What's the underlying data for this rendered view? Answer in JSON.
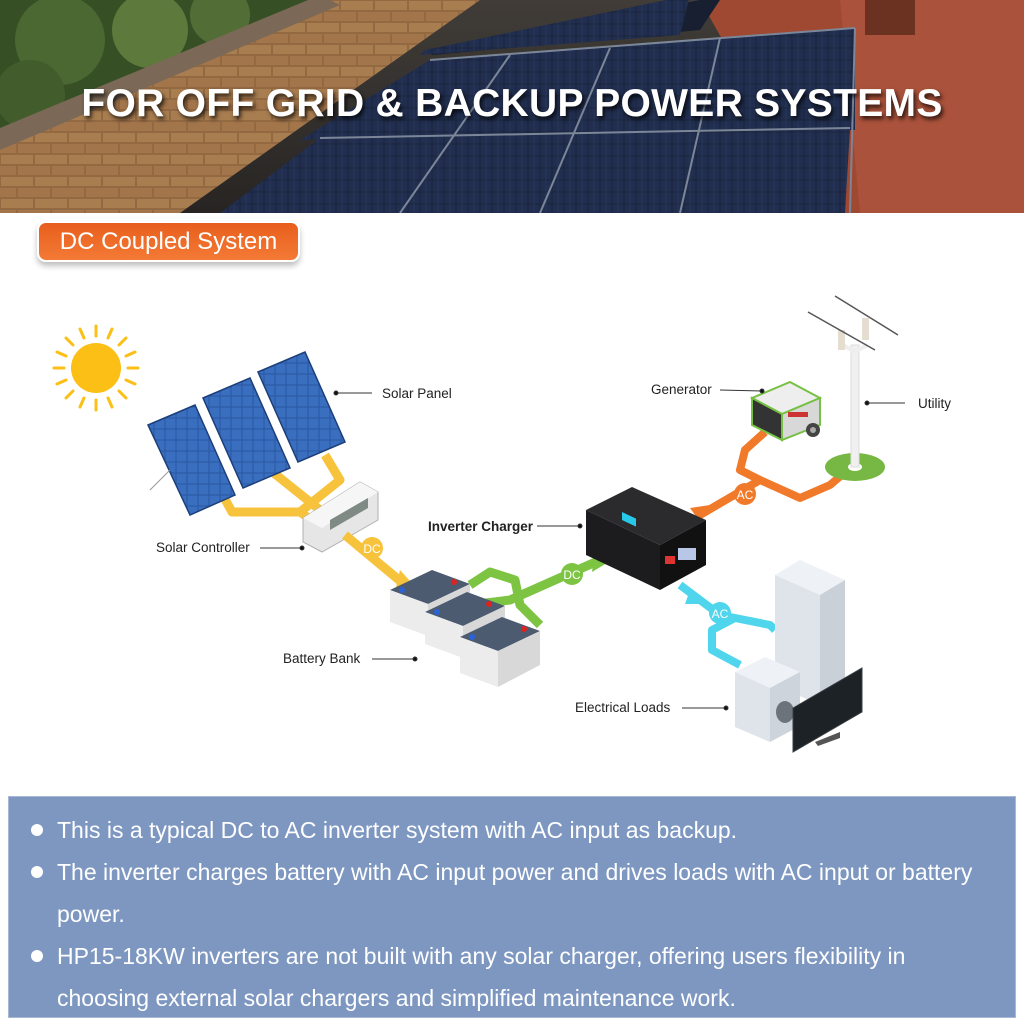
{
  "hero": {
    "title": "FOR OFF GRID & BACKUP POWER SYSTEMS",
    "background": "rooftop-solar-panels-photo"
  },
  "badge": {
    "label": "DC Coupled System",
    "color": "#ee6a28"
  },
  "diagram": {
    "labels": {
      "solar_panel": "Solar Panel",
      "solar_controller": "Solar Controller",
      "inverter_charger": "Inverter Charger",
      "battery_bank": "Battery Bank",
      "generator": "Generator",
      "utility": "Utility",
      "electrical_loads": "Electrical Loads"
    },
    "flows": [
      {
        "from": "Solar Controller",
        "to": "Battery Bank",
        "type": "DC",
        "color": "#f7c23c"
      },
      {
        "from": "Battery Bank",
        "to": "Inverter Charger",
        "type": "DC",
        "color": "#7dc443"
      },
      {
        "from": "Generator / Utility",
        "to": "Inverter Charger",
        "type": "AC",
        "color": "#f07a2a"
      },
      {
        "from": "Inverter Charger",
        "to": "Electrical Loads",
        "type": "AC",
        "color": "#4fd6ec"
      }
    ],
    "flow_tags": {
      "dc1": "DC",
      "dc2": "DC",
      "ac_in": "AC",
      "ac_out": "AC"
    },
    "icons": [
      "sun-icon",
      "solar-panel-icon",
      "solar-controller-icon",
      "battery-icon",
      "inverter-icon",
      "generator-icon",
      "utility-pole-icon",
      "refrigerator-icon",
      "washing-machine-icon",
      "tv-icon"
    ]
  },
  "info": {
    "bullets": [
      "This is a typical DC to AC inverter system with AC input as backup.",
      "The inverter charges battery with AC input power and drives loads with AC input or battery power.",
      "HP15-18KW inverters are not built with any solar charger, offering users flexibility in choosing external solar chargers and simplified maintenance work."
    ],
    "background": "#7d97c1"
  }
}
